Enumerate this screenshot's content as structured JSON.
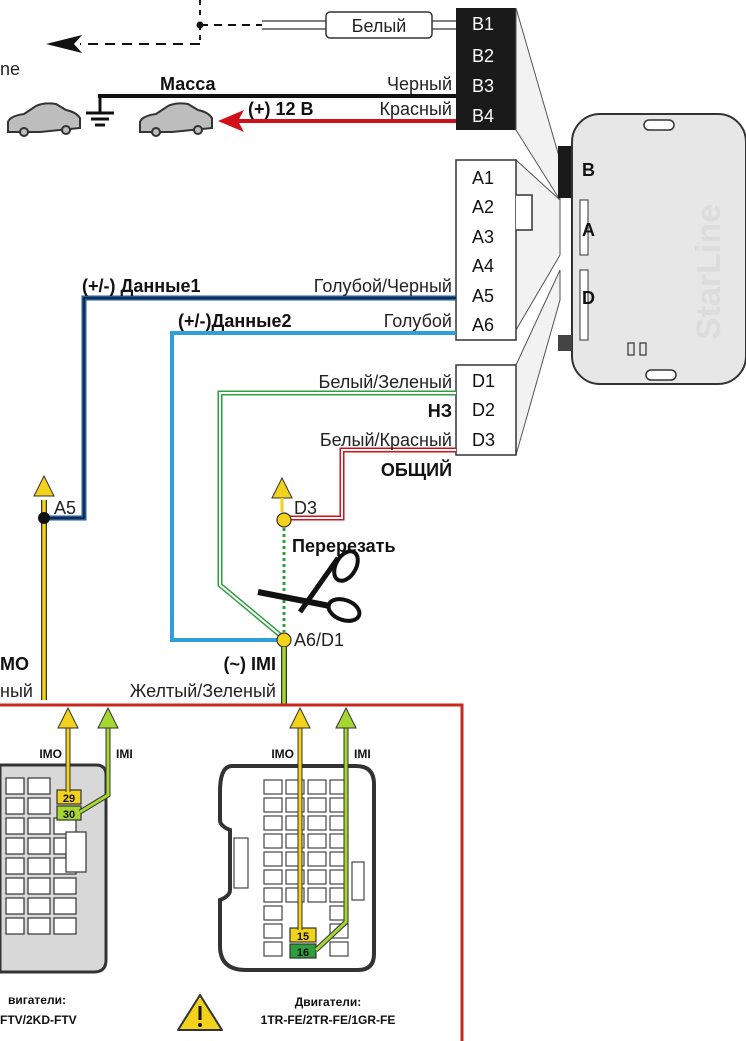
{
  "colors": {
    "black_wire": "#111111",
    "red_wire": "#d0101a",
    "blue_wire": "#2f9fd8",
    "dark_blue_wire": "#1e5aa0",
    "green_wire": "#2e9e3e",
    "yellow_wire": "#f2d21a",
    "frame": "#c8281c"
  },
  "top_left_fragment": "ne",
  "connector_b": {
    "pins": [
      "B1",
      "B2",
      "B3",
      "B4"
    ],
    "white_label": "Белый",
    "mass_label": "Масса",
    "black_label": "Черный",
    "plus12_label": "(+) 12 В",
    "red_label": "Красный"
  },
  "connector_a": {
    "pins": [
      "A1",
      "A2",
      "A3",
      "A4",
      "A5",
      "A6"
    ],
    "data1_bold": "(+/-) Данные1",
    "data1_color": "Голубой/Черный",
    "data2_bold": "(+/-)Данные2",
    "data2_color": "Голубой"
  },
  "connector_d": {
    "pins": [
      "D1",
      "D2",
      "D3"
    ],
    "d1_label": "Белый/Зеленый",
    "d2_label": "НЗ",
    "d3_label": "Белый/Красный",
    "common_label": "ОБЩИЙ"
  },
  "module": {
    "brand": "StarLine",
    "port_b": "B",
    "port_a": "A",
    "port_d": "D"
  },
  "points": {
    "a5": "A5",
    "d3": "D3",
    "a6d1": "A6/D1",
    "cut": "Перерезать"
  },
  "imi": {
    "imi_bold": "(~) IMI",
    "wire_color": "Желтый/Зеленый",
    "imo_fragment": "MO",
    "imo_color_fragment": "ный"
  },
  "connector_left": {
    "imo": "IMO",
    "imi": "IMI",
    "pin_imo": "29",
    "pin_imi": "30",
    "engines_title": "вигатели:",
    "engines": "FTV/2KD-FTV"
  },
  "connector_right": {
    "imo": "IMO",
    "imi": "IMI",
    "pin_imo": "15",
    "pin_imi": "16",
    "engines_title": "Двигатели:",
    "engines": "1TR-FE/2TR-FE/1GR-FE"
  }
}
